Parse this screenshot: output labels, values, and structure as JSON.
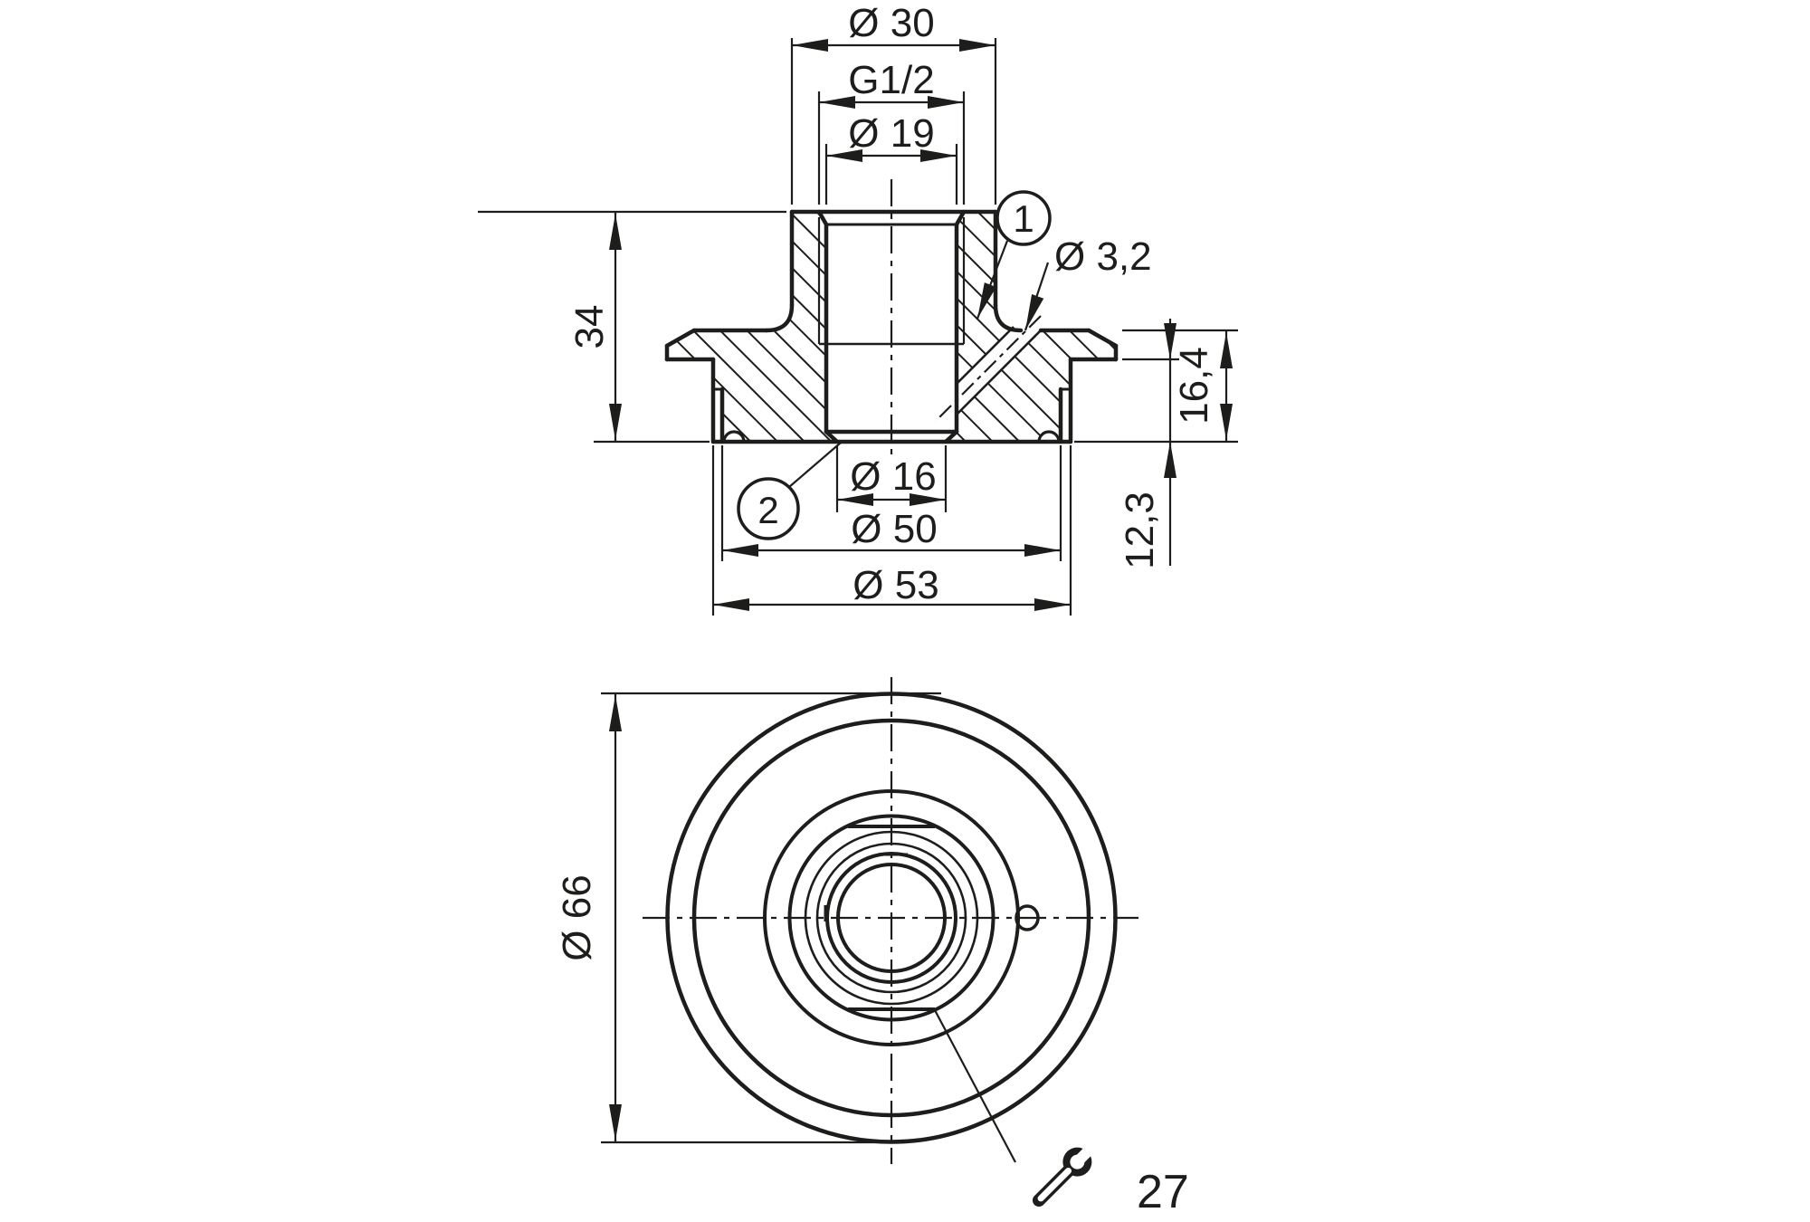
{
  "colors": {
    "line": "#1d1d1b",
    "background": "#ffffff"
  },
  "section": {
    "dims": {
      "neck_od": "Ø 30",
      "thread": "G1/2",
      "bore": "Ø 19",
      "height": "34",
      "leak_hole": "Ø 3,2",
      "flange_thickness": "16,4",
      "skirt_depth": "12,3",
      "seat_bore": "Ø 16",
      "inner_rim": "Ø 50",
      "weld_rim": "Ø 53"
    },
    "callouts": {
      "c1": "1",
      "c2": "2"
    }
  },
  "bottom": {
    "dims": {
      "outer_od": "Ø 66"
    },
    "wrench_size": "27"
  }
}
